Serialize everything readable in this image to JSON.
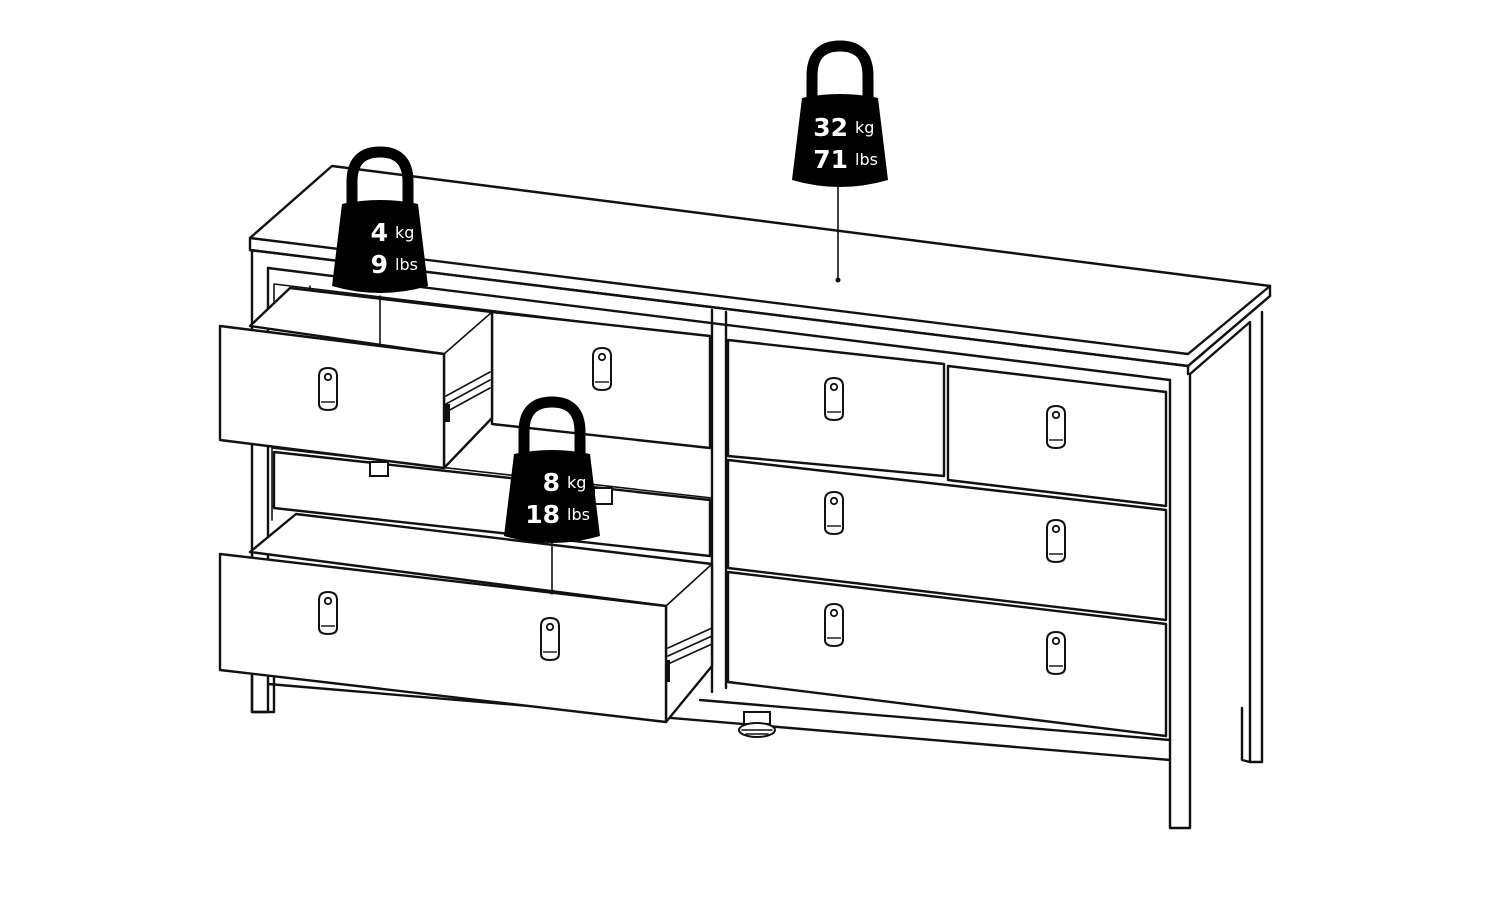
{
  "colors": {
    "line": "#111111",
    "background": "#ffffff",
    "weight_fill": "#000000",
    "weight_text": "#ffffff"
  },
  "weights": {
    "top": {
      "kg_value": "32",
      "kg_unit": "kg",
      "lbs_value": "71",
      "lbs_unit": "lbs",
      "icon": "weight-icon"
    },
    "small_drawer": {
      "kg_value": "4",
      "kg_unit": "kg",
      "lbs_value": "9",
      "lbs_unit": "lbs",
      "icon": "weight-icon"
    },
    "large_drawer": {
      "kg_value": "8",
      "kg_unit": "kg",
      "lbs_value": "18",
      "lbs_unit": "lbs",
      "icon": "weight-icon"
    }
  }
}
